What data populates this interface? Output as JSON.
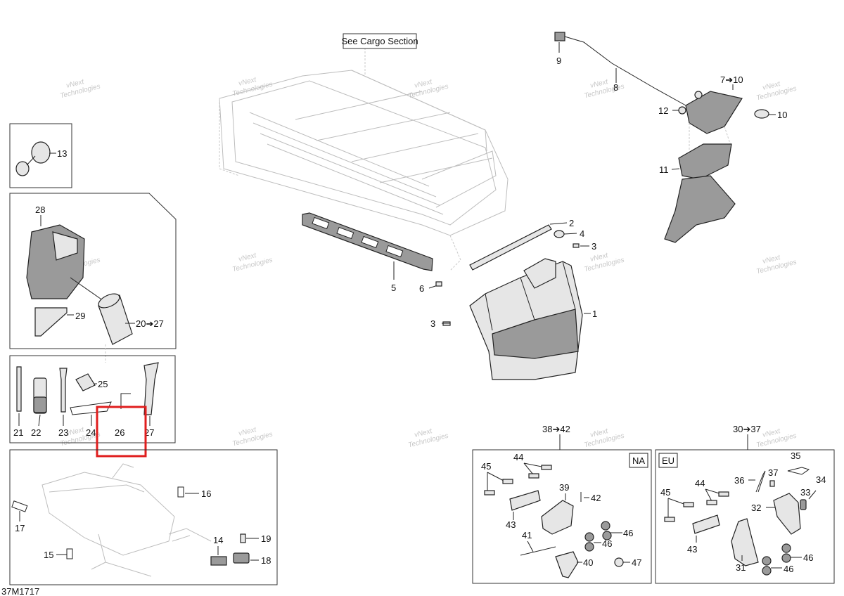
{
  "diagram": {
    "see_section": "See Cargo Section",
    "drawing_code": "37M1717",
    "watermark": {
      "line1": "vNext",
      "line2": "Technologies"
    },
    "region_tags": {
      "na": "NA",
      "eu": "EU"
    },
    "callouts": {
      "c1": "1",
      "c2": "2",
      "c3a": "3",
      "c3b": "3",
      "c4": "4",
      "c5": "5",
      "c6": "6",
      "c7_10": "7➔10",
      "c8": "8",
      "c9": "9",
      "c10": "10",
      "c11": "11",
      "c12": "12",
      "c13": "13",
      "c14": "14",
      "c15": "15",
      "c16": "16",
      "c17": "17",
      "c18": "18",
      "c19": "19",
      "c20_27": "20➔27",
      "c21": "21",
      "c22": "22",
      "c23": "23",
      "c24": "24",
      "c25": "25",
      "c26": "26",
      "c27": "27",
      "c28": "28",
      "c29": "29",
      "c30_37": "30➔37",
      "c31": "31",
      "c32": "32",
      "c33": "33",
      "c34": "34",
      "c35": "35",
      "c36": "36",
      "c37": "37",
      "c38_42": "38➔42",
      "c39": "39",
      "c40": "40",
      "c41": "41",
      "c42": "42",
      "c43a": "43",
      "c43b": "43",
      "c44a": "44",
      "c44b": "44",
      "c45a": "45",
      "c45b": "45",
      "c46a": "46",
      "c46b": "46",
      "c46c": "46",
      "c46d": "46",
      "c47": "47"
    },
    "highlight": {
      "target": "26",
      "color": "#e01e1e"
    }
  }
}
